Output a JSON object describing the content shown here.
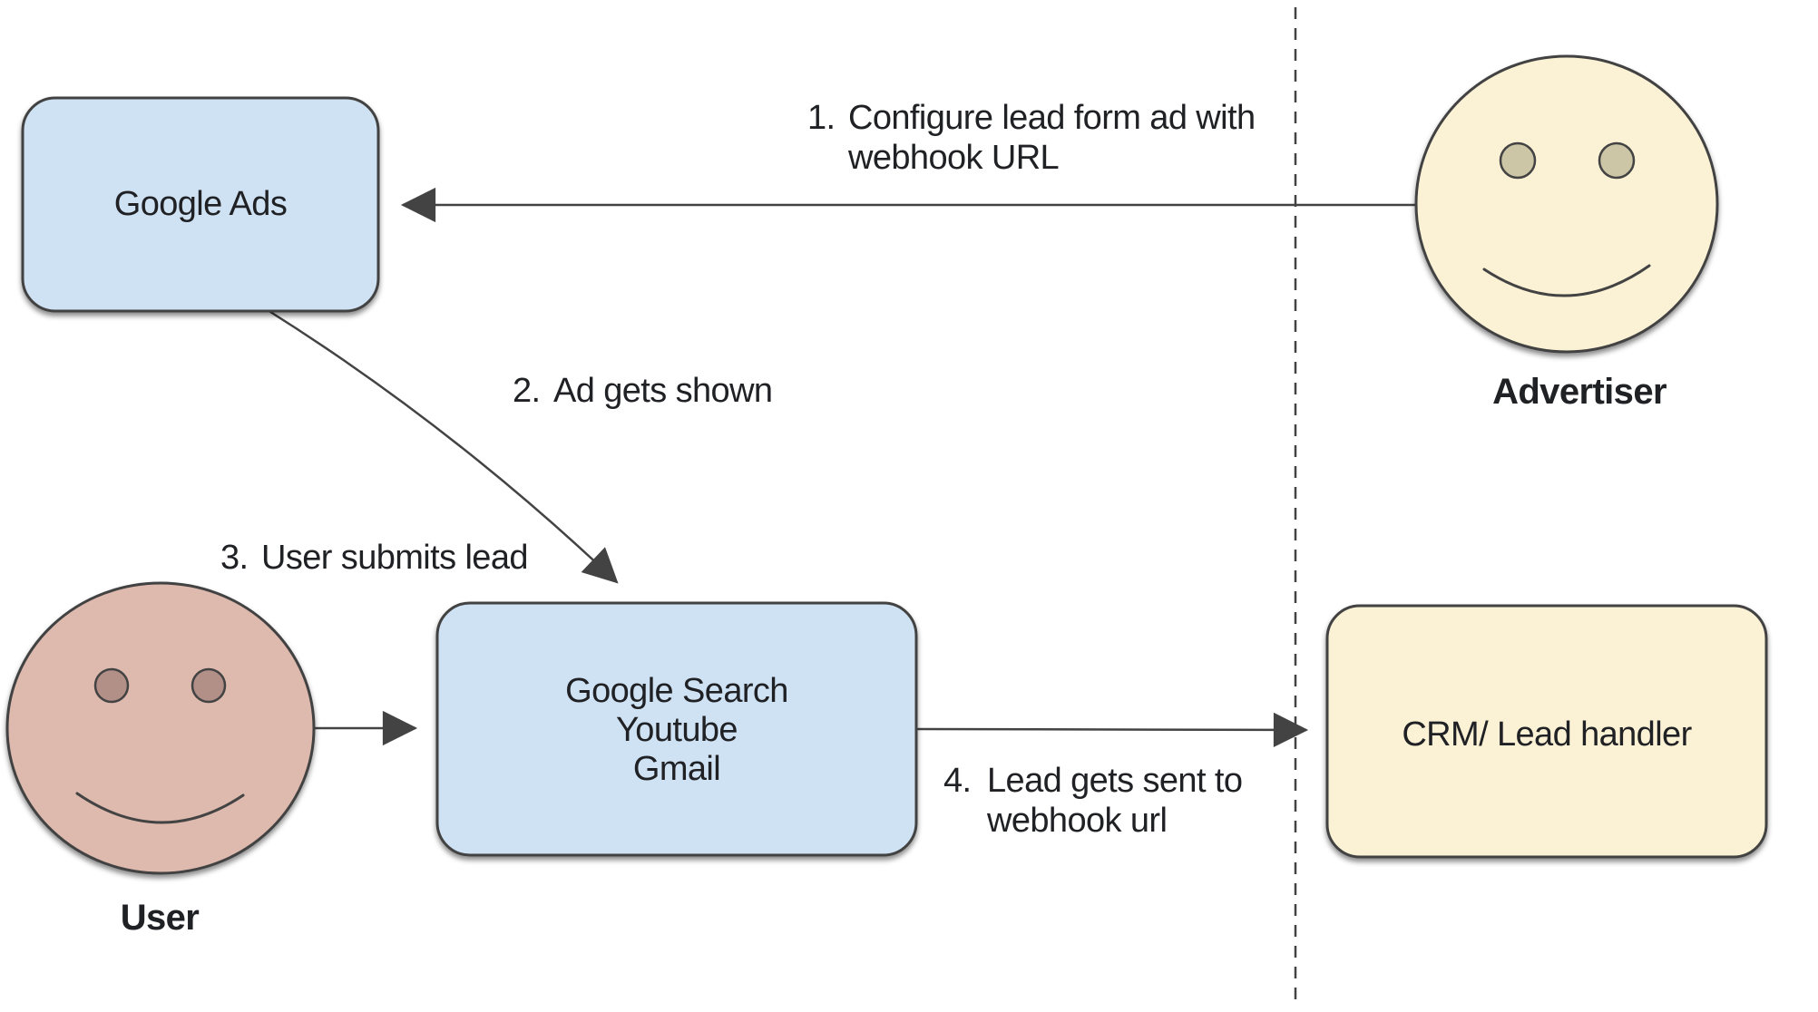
{
  "diagram": {
    "nodes": {
      "google_ads": {
        "label": "Google Ads",
        "fill": "#cfe2f3"
      },
      "google_surfaces": {
        "lines": [
          "Google Search",
          "Youtube",
          "Gmail"
        ],
        "fill": "#cfe2f3"
      },
      "crm": {
        "label": "CRM/ Lead handler",
        "fill": "#fbf2d5"
      }
    },
    "actors": {
      "advertiser": {
        "label": "Advertiser",
        "fill": "#fbf2d5",
        "eye_fill": "#ccc5a6"
      },
      "user": {
        "label": "User",
        "fill": "#ddb9ae",
        "eye_fill": "#b28f87"
      }
    },
    "flows": {
      "step1": {
        "number": "1.",
        "line1": "Configure lead form ad with",
        "line2": "webhook URL"
      },
      "step2": {
        "number": "2.",
        "line1": "Ad gets shown"
      },
      "step3": {
        "number": "3.",
        "line1": "User submits lead"
      },
      "step4": {
        "number": "4.",
        "line1": "Lead gets sent to",
        "line2": "webhook url"
      }
    },
    "colors": {
      "line": "#434343",
      "text": "#202124",
      "background": "#ffffff"
    }
  }
}
